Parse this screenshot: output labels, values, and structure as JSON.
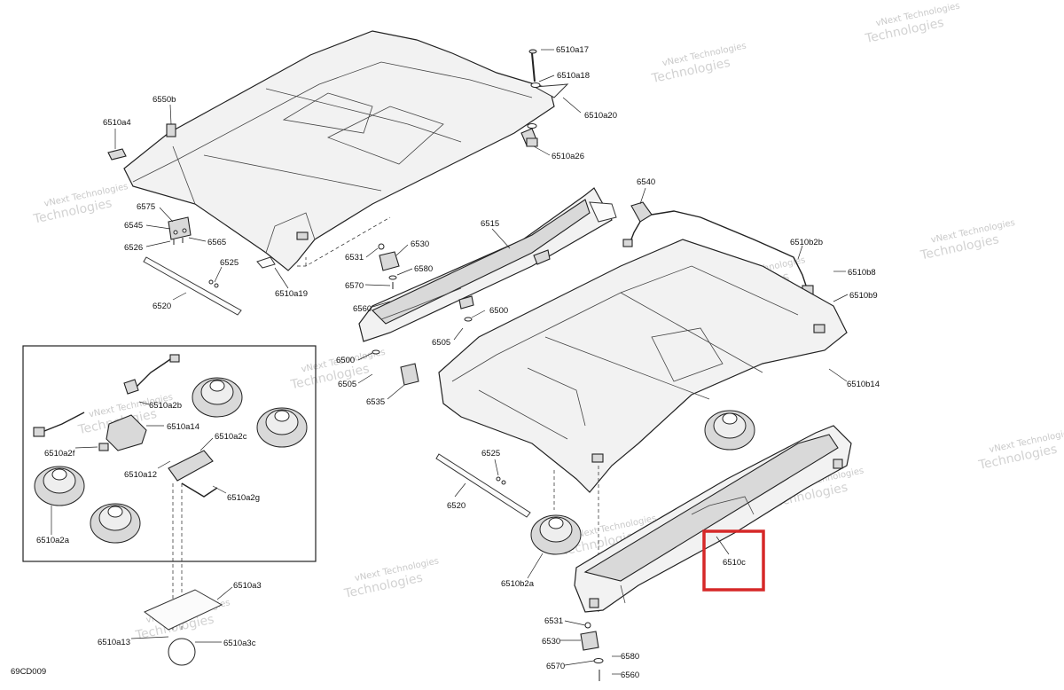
{
  "figure_code": "69CD009",
  "watermark_text": "vNext Technologies",
  "highlight_color": "#d62828",
  "labels": [
    {
      "id": "6510a17"
    },
    {
      "id": "6510a18"
    },
    {
      "id": "6510a20"
    },
    {
      "id": "6510a26"
    },
    {
      "id": "6550b"
    },
    {
      "id": "6510a4"
    },
    {
      "id": "6575"
    },
    {
      "id": "6545"
    },
    {
      "id": "6565"
    },
    {
      "id": "6526"
    },
    {
      "id": "6525"
    },
    {
      "id": "6520"
    },
    {
      "id": "6510a19"
    },
    {
      "id": "6540"
    },
    {
      "id": "6515"
    },
    {
      "id": "6530"
    },
    {
      "id": "6531"
    },
    {
      "id": "6580"
    },
    {
      "id": "6570"
    },
    {
      "id": "6560"
    },
    {
      "id": "6500"
    },
    {
      "id": "6505"
    },
    {
      "id": "6535"
    },
    {
      "id": "6510b2b"
    },
    {
      "id": "6510b8"
    },
    {
      "id": "6510b9"
    },
    {
      "id": "6510b14"
    },
    {
      "id": "6510a2b"
    },
    {
      "id": "6510a14"
    },
    {
      "id": "6510a2c"
    },
    {
      "id": "6510a2f"
    },
    {
      "id": "6510a12"
    },
    {
      "id": "6510a2g"
    },
    {
      "id": "6510a2a"
    },
    {
      "id": "6510a3"
    },
    {
      "id": "6510a13"
    },
    {
      "id": "6510a3c"
    },
    {
      "id": "6510b2a"
    },
    {
      "id": "6510c"
    }
  ],
  "callouts": {
    "l_6510a17": "6510a17",
    "l_6510a18": "6510a18",
    "l_6510a20": "6510a20",
    "l_6510a26": "6510a26",
    "l_6550b": "6550b",
    "l_6510a4": "6510a4",
    "l_6575": "6575",
    "l_6545": "6545",
    "l_6565": "6565",
    "l_6526": "6526",
    "l_6525_top": "6525",
    "l_6520_top": "6520",
    "l_6510a19": "6510a19",
    "l_6540": "6540",
    "l_6515": "6515",
    "l_6530_top": "6530",
    "l_6531_top": "6531",
    "l_6580_top": "6580",
    "l_6570_top": "6570",
    "l_6560_top": "6560",
    "l_6500_right": "6500",
    "l_6505_right": "6505",
    "l_6500_left": "6500",
    "l_6505_left": "6505",
    "l_6535": "6535",
    "l_6510b2b": "6510b2b",
    "l_6510b8": "6510b8",
    "l_6510b9": "6510b9",
    "l_6510b14": "6510b14",
    "l_6510a2b": "6510a2b",
    "l_6510a14": "6510a14",
    "l_6510a2c": "6510a2c",
    "l_6510a2f": "6510a2f",
    "l_6510a12": "6510a12",
    "l_6510a2g": "6510a2g",
    "l_6510a2a": "6510a2a",
    "l_6510a3": "6510a3",
    "l_6510a13": "6510a13",
    "l_6510a3c": "6510a3c",
    "l_6525_bottom": "6525",
    "l_6520_bottom": "6520",
    "l_6510b2a": "6510b2a",
    "l_6510c": "6510c",
    "l_6531_bottom": "6531",
    "l_6530_bottom": "6530",
    "l_6570_bottom": "6570",
    "l_6580_bottom": "6580",
    "l_6560_bottom": "6560",
    "code": "69CD009"
  }
}
